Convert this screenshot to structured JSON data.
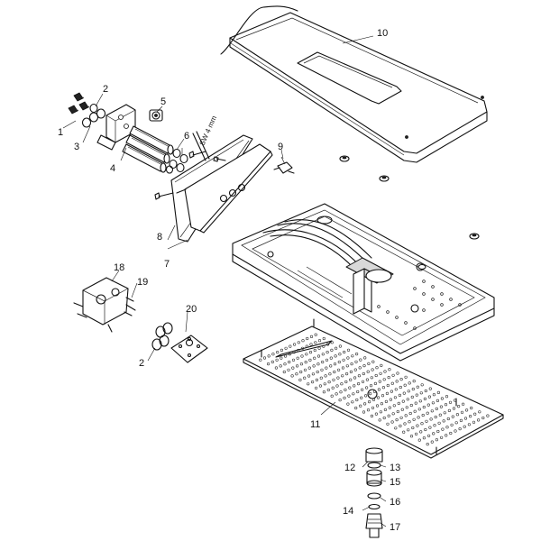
{
  "callouts": {
    "c1": "1",
    "c2": "2",
    "c2b": "2",
    "c3": "3",
    "c4": "4",
    "c5": "5",
    "c6": "6",
    "c7": "7",
    "c8": "8",
    "c9": "9",
    "c10": "10",
    "c11": "11",
    "c12": "12",
    "c13": "13",
    "c14": "14",
    "c15": "15",
    "c16": "16",
    "c17": "17",
    "c18": "18",
    "c19": "19",
    "c20": "20"
  },
  "tool_label": "SW 4 mm"
}
